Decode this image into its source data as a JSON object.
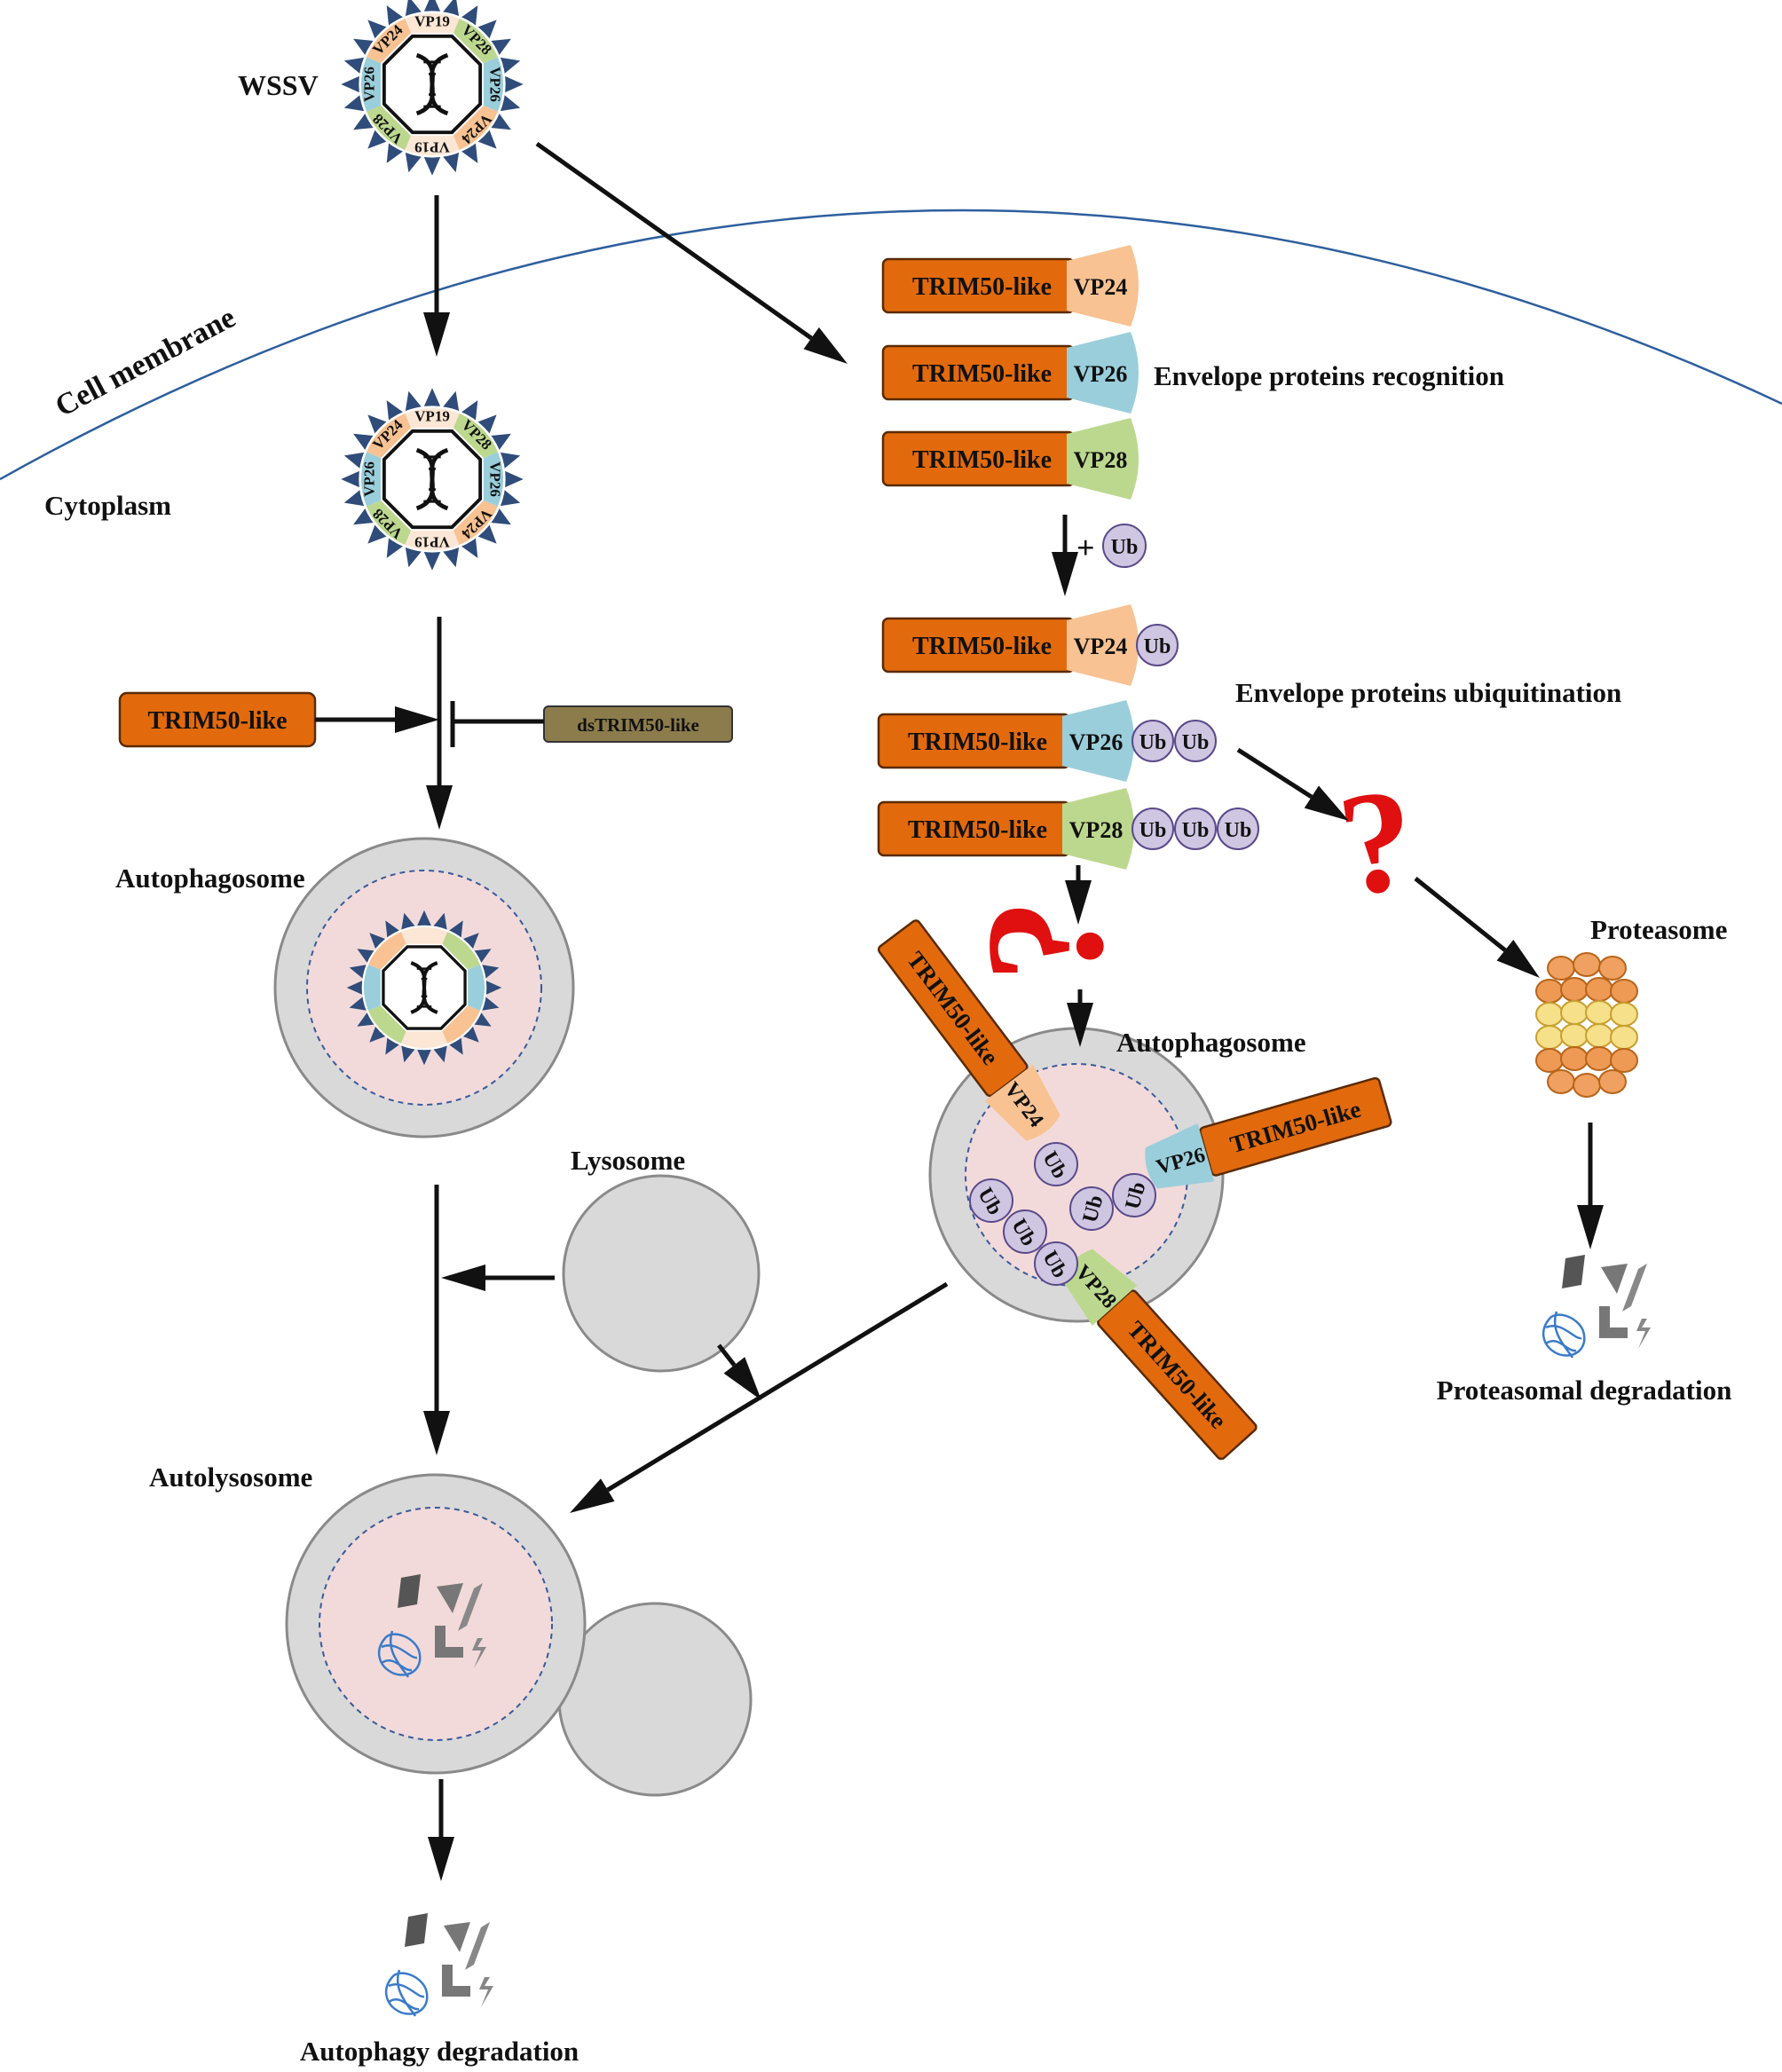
{
  "labels": {
    "wssv": "WSSV",
    "cell_membrane": "Cell membrane",
    "cytoplasm": "Cytoplasm",
    "envelope_recognition": "Envelope proteins recognition",
    "envelope_ubiquitination": "Envelope proteins ubiquitination",
    "autophagosome_left": "Autophagosome",
    "autophagosome_right": "Autophagosome",
    "lysosome": "Lysosome",
    "autolysosome": "Autolysosome",
    "proteasome": "Proteasome",
    "autophagy_degradation": "Autophagy degradation",
    "proteasomal_degradation": "Proteasomal degradation",
    "plus": "+",
    "question": "?"
  },
  "proteins": {
    "trim": "TRIM50-like",
    "dstrim": "dsTRIM50-like",
    "vp19": "VP19",
    "vp24": "VP24",
    "vp26": "VP26",
    "vp28": "VP28",
    "ub": "Ub"
  },
  "colors": {
    "trim": "#E26A0C",
    "dstrim": "#8C7C4C",
    "vp19": "#FCE7D6",
    "vp24": "#F8C293",
    "vp26": "#9ACEDB",
    "vp28": "#BCD88E",
    "ub": "#CFC6E2",
    "spike": "#2F4C7A",
    "compartment_outer": "#D9D9D9",
    "compartment_inner": "#F3DADA",
    "membrane": "#2E5F9E",
    "question": "#E01010"
  }
}
